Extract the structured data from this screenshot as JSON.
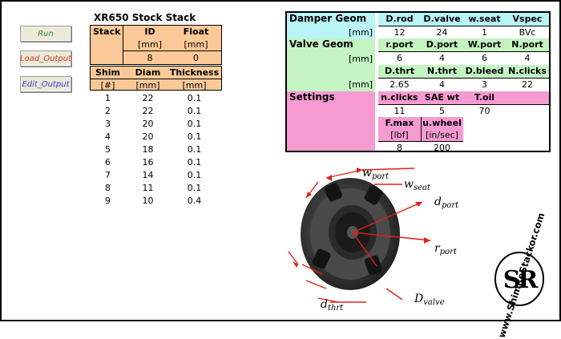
{
  "buttons": {
    "run": "Run",
    "load_output": "Load_Output",
    "edit_output": "Edit_Output"
  },
  "colors": {
    "run_text": "#3a8f3a",
    "load_text": "#d23a2a",
    "edit_text": "#3a3ad2",
    "peach": "#fbc997",
    "cyan": "#b9f4f7",
    "green": "#c3f4c2",
    "pink": "#f59bd2"
  },
  "stack": {
    "title": "XR650 Stock Stack",
    "header": {
      "stack": "Stack",
      "id": "ID",
      "float": "Float",
      "id_unit": "[mm]",
      "float_unit": "[mm]",
      "id_value": "8",
      "float_value": "0"
    },
    "shim_header": {
      "shim": "Shim",
      "diam": "Diam",
      "thickness": "Thickness",
      "shim_unit": "[#]",
      "diam_unit": "[mm]",
      "thickness_unit": "[mm]"
    },
    "rows": [
      {
        "shim": "1",
        "diam": "22",
        "thickness": "0.1"
      },
      {
        "shim": "2",
        "diam": "22",
        "thickness": "0.1"
      },
      {
        "shim": "3",
        "diam": "20",
        "thickness": "0.1"
      },
      {
        "shim": "4",
        "diam": "20",
        "thickness": "0.1"
      },
      {
        "shim": "5",
        "diam": "18",
        "thickness": "0.1"
      },
      {
        "shim": "6",
        "diam": "16",
        "thickness": "0.1"
      },
      {
        "shim": "7",
        "diam": "14",
        "thickness": "0.1"
      },
      {
        "shim": "8",
        "diam": "11",
        "thickness": "0.1"
      },
      {
        "shim": "9",
        "diam": "10",
        "thickness": "0.4"
      }
    ]
  },
  "damper": {
    "label": "Damper Geom",
    "unit": "[mm]",
    "headers": [
      "D.rod",
      "D.valve",
      "w.seat",
      "Vspec"
    ],
    "values": [
      "12",
      "24",
      "1",
      "BVc"
    ]
  },
  "valve": {
    "label": "Valve Geom",
    "unit1": "[mm]",
    "headers1": [
      "r.port",
      "D.port",
      "W.port",
      "N.port"
    ],
    "values1": [
      "6",
      "4",
      "6",
      "4"
    ],
    "unit2": "[mm]",
    "headers2": [
      "D.thrt",
      "N.thrt",
      "D.bleed",
      "N.clicks"
    ],
    "values2": [
      "2.65",
      "4",
      "3",
      "22"
    ]
  },
  "settings": {
    "label": "Settings",
    "headers1": [
      "n.clicks",
      "SAE wt",
      "T.oil"
    ],
    "values1": [
      "11",
      "5",
      "70"
    ],
    "headers2": [
      "F.max",
      "u.wheel"
    ],
    "units2": [
      "[lbf]",
      "[in/sec]"
    ],
    "values2": [
      "8",
      "200"
    ]
  },
  "diagram": {
    "w_port": "w",
    "w_port_sub": "port",
    "w_seat": "w",
    "w_seat_sub": "seat",
    "d_port": "d",
    "d_port_sub": "port",
    "r_port": "r",
    "r_port_sub": "port",
    "d_thrt": "d",
    "d_thrt_sub": "thrt",
    "D_valve": "D",
    "D_valve_sub": "valve"
  },
  "logo": {
    "text_top": "www.ShimReStackor.com",
    "letters": "SR"
  }
}
